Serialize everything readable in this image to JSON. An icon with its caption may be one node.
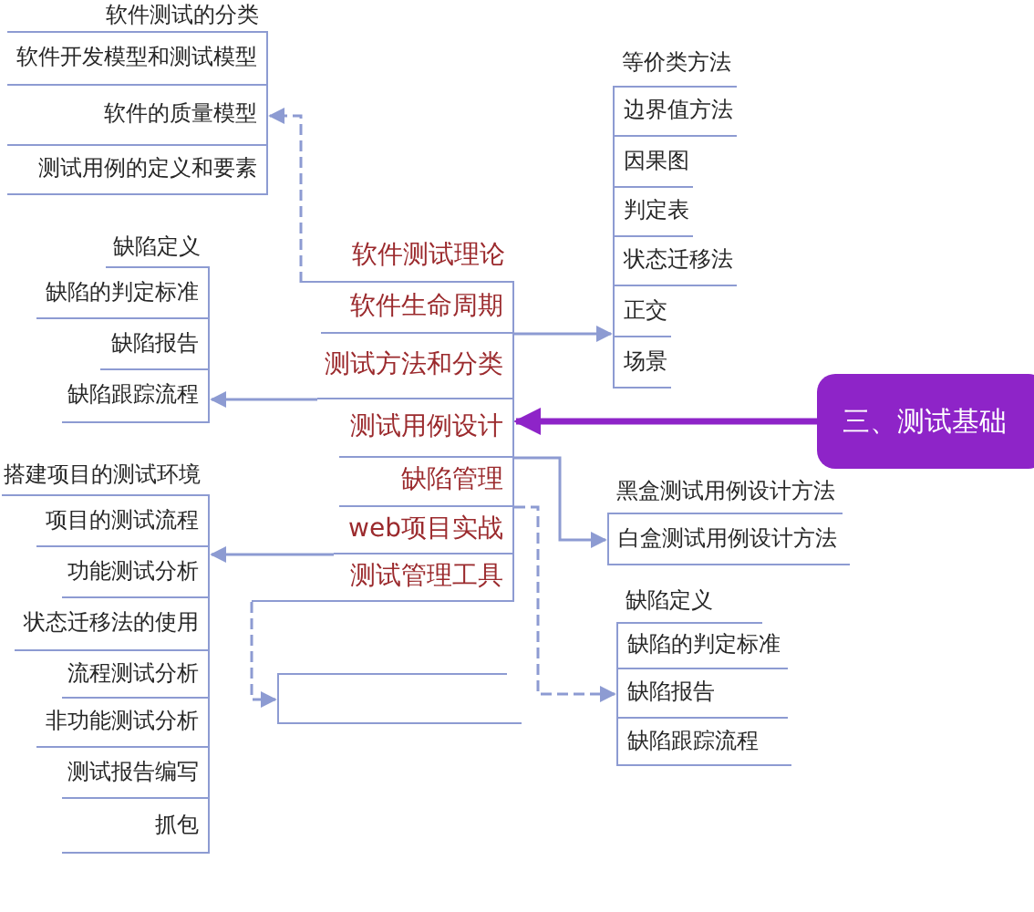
{
  "diagram": {
    "nodes": [
      {
        "text": [
          "软件测试的分类"
        ]
      },
      {
        "text": [
          "软件开发模型和测试模型"
        ]
      },
      {
        "text": [
          "软件的质量模型"
        ]
      },
      {
        "text": [
          "测试用例的定义和要素"
        ]
      },
      {
        "text": [
          "等价类方法"
        ]
      },
      {
        "text": [
          "边界值方法"
        ]
      },
      {
        "text": [
          "因果图"
        ]
      },
      {
        "text": [
          "判定表"
        ]
      },
      {
        "text": [
          "状态迁移法"
        ]
      },
      {
        "text": [
          "正交"
        ]
      },
      {
        "text": [
          "场景"
        ]
      },
      {
        "text": [
          "软件测试理论"
        ]
      },
      {
        "text": [
          "软件生命周期"
        ]
      },
      {
        "text": [
          "测试方法和分类"
        ]
      },
      {
        "text": [
          "测试用例设计"
        ]
      },
      {
        "text": [
          "缺陷管理"
        ]
      },
      {
        "text": [
          "web项目实战"
        ]
      },
      {
        "text": [
          "测试管理工具"
        ]
      },
      {
        "text": [
          "三、测试基础"
        ]
      },
      {
        "text": [
          "缺陷定义"
        ]
      },
      {
        "text": [
          "缺陷的判定标准"
        ]
      },
      {
        "text": [
          "缺陷报告"
        ]
      },
      {
        "text": [
          "缺陷跟踪流程"
        ]
      },
      {
        "text": [
          "黑盒测试用例设计方法"
        ]
      },
      {
        "text": [
          "白盒测试用例设计方法"
        ]
      },
      {
        "text": [
          "搭建项目的测试环境"
        ]
      },
      {
        "text": [
          "项目的测试流程"
        ]
      },
      {
        "text": [
          "功能测试分析"
        ]
      },
      {
        "text": [
          "状态迁移法的使用"
        ]
      },
      {
        "text": [
          "流程测试分析"
        ]
      },
      {
        "text": [
          "非功能测试分析"
        ]
      },
      {
        "text": [
          "测试报告编写"
        ]
      },
      {
        "text": [
          "抓包"
        ]
      },
      {
        "text": [
          "缺陷定义"
        ]
      },
      {
        "text": [
          "缺陷的判定标准"
        ]
      },
      {
        "text": [
          "缺陷报告"
        ]
      },
      {
        "text": [
          "缺陷跟踪流程"
        ]
      },
      {
        "text": [],
        "shape": "bar"
      },
      {
        "text": [],
        "shape": "box"
      }
    ],
    "edges": [
      {
        "from": 18,
        "to": 14,
        "arrow": "to",
        "style": "thick",
        "color": "#8e24c8"
      },
      {
        "from": 11,
        "to": 2,
        "arrow": "to",
        "style": "dashed"
      },
      {
        "from": 12,
        "to": 9,
        "arrow": "to"
      },
      {
        "from": 13,
        "to": 22,
        "arrow": "to"
      },
      {
        "from": 14,
        "to": 24,
        "arrow": "to"
      },
      {
        "from": 15,
        "to": 35,
        "arrow": "to",
        "style": "dashed"
      },
      {
        "from": 16,
        "to": 27,
        "arrow": "to"
      },
      {
        "from": 17,
        "to": 38,
        "arrow": "to",
        "style": "dashed"
      }
    ]
  }
}
